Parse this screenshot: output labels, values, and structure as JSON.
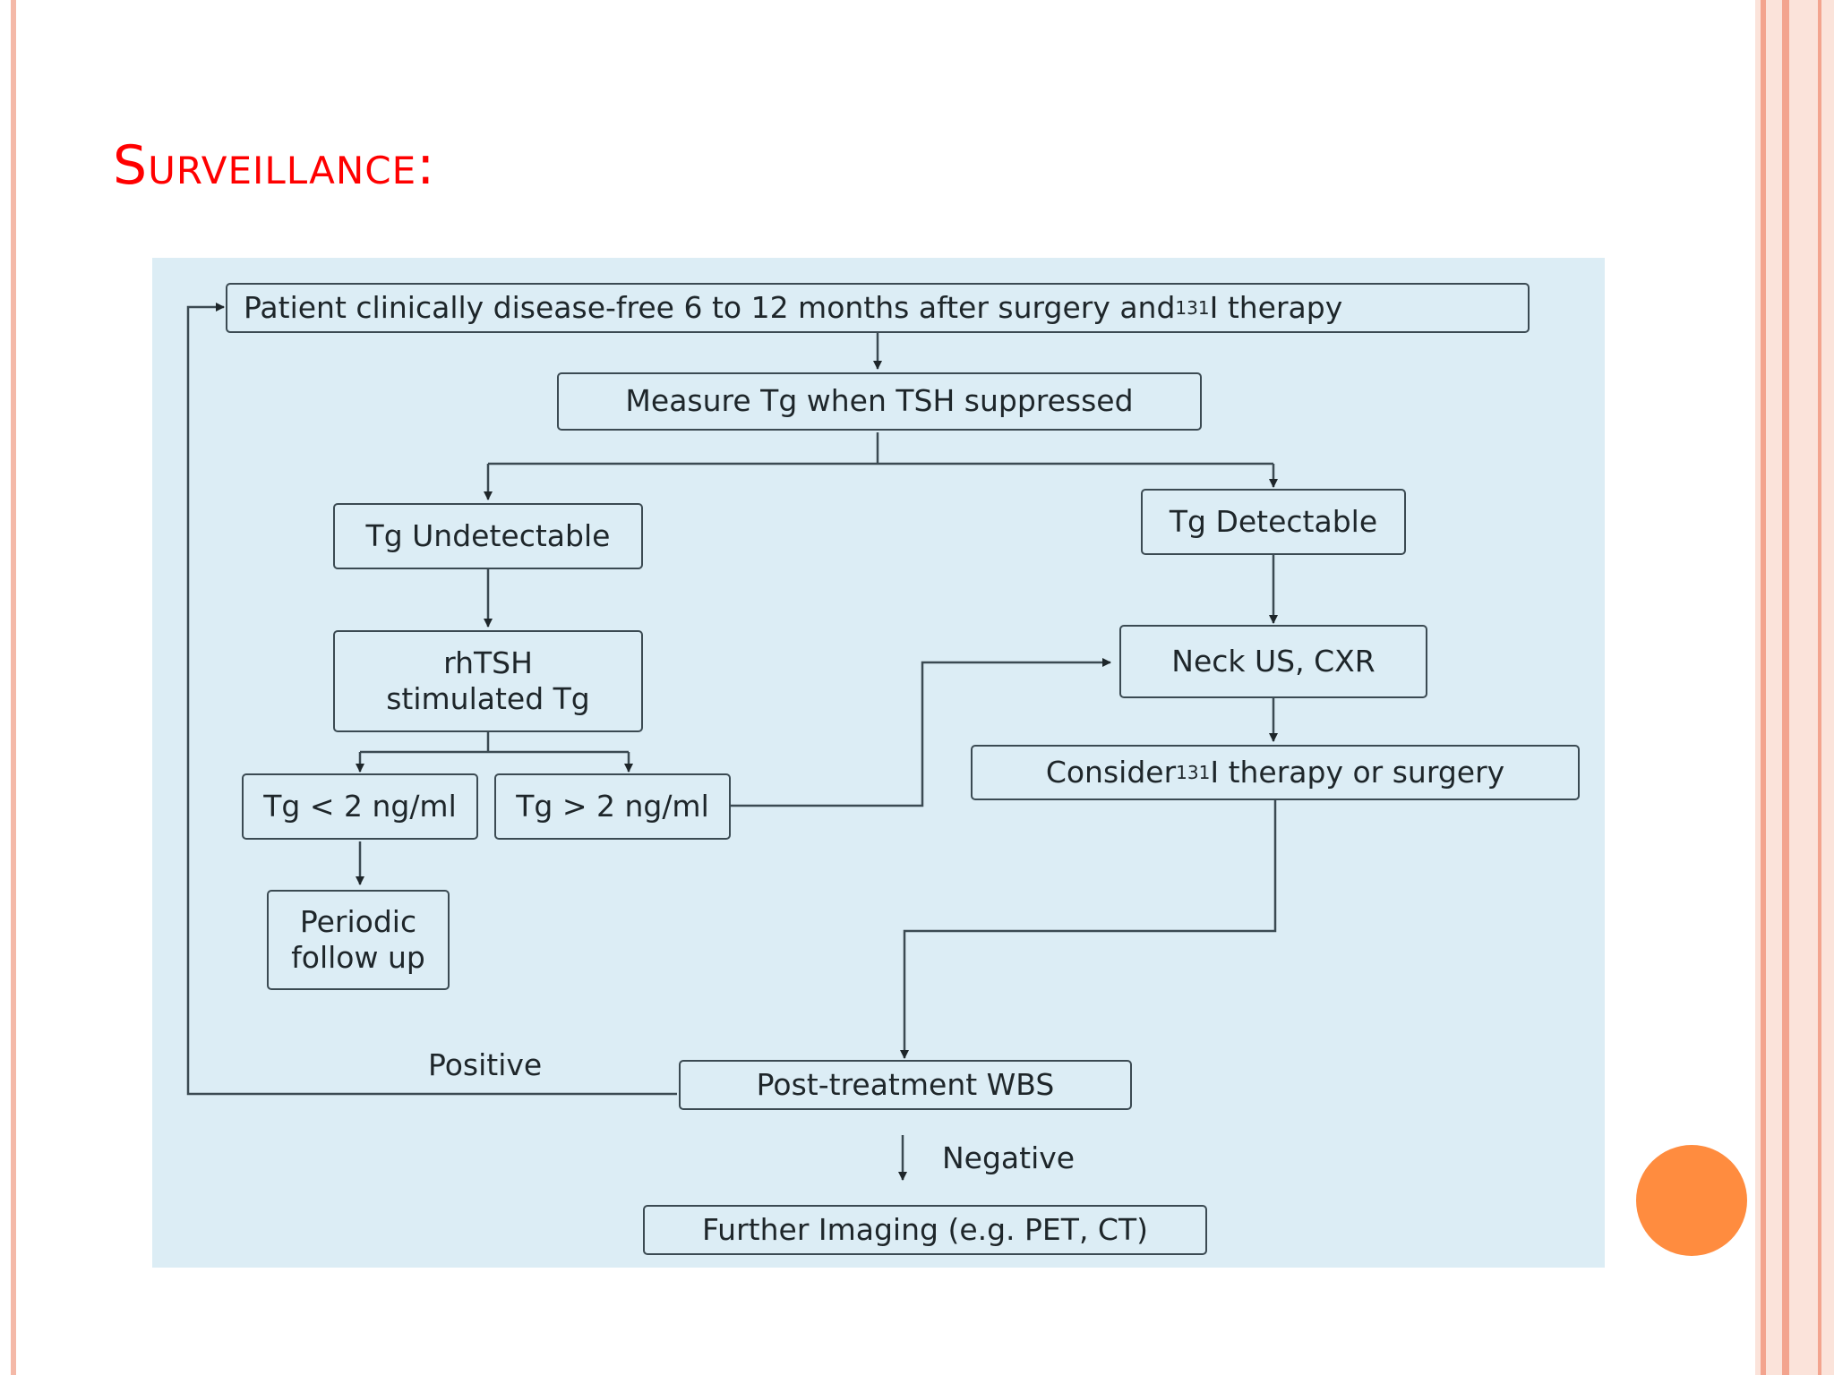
{
  "slide": {
    "title": "Surveillance:"
  },
  "flowchart": {
    "nodes": {
      "patient_clinical": {
        "before": "Patient clinically disease-free 6 to 12 months after surgery and ",
        "isotope": "131",
        "after": "I therapy"
      },
      "measure_tg": "Measure Tg when TSH suppressed",
      "tg_undetectable": "Tg Undetectable",
      "tg_detectable": "Tg Detectable",
      "rhtsh_tg": "rhTSH stimulated Tg",
      "neck_us": "Neck US, CXR",
      "tg_lt2": "Tg < 2 ng/ml",
      "tg_gt2": "Tg > 2 ng/ml",
      "consider_therapy": {
        "before": "Consider ",
        "isotope": "131",
        "after": "I therapy or surgery"
      },
      "periodic_followup": "Periodic follow up",
      "post_wbs": "Post-treatment WBS",
      "further_imaging": "Further Imaging (e.g. PET, CT)"
    },
    "edge_labels": {
      "positive": "Positive",
      "negative": "Negative"
    }
  },
  "colors": {
    "title": "#ff0000",
    "figure_background": "#dcedf5",
    "line": "#3b4a52",
    "accent_dot": "#ff8c3f"
  }
}
